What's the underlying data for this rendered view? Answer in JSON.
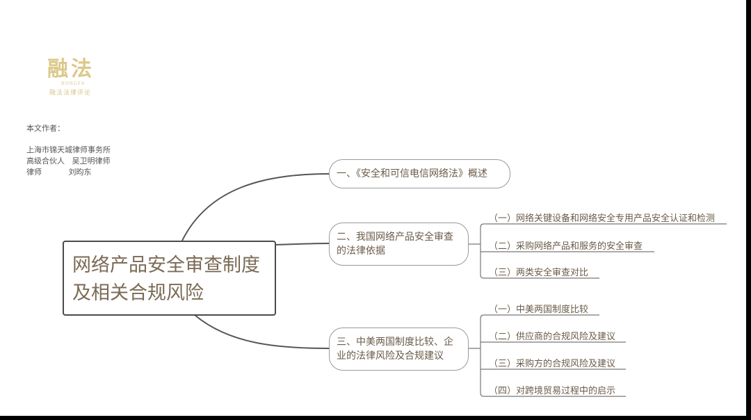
{
  "logo": {
    "main": "融法",
    "en": "RONGFA",
    "cn": "融法法律评论"
  },
  "author": {
    "heading": "本文作者：",
    "lines": [
      "上海市锦天城律师事务所",
      "高级合伙人   吴卫明律师",
      "律师           刘昀东"
    ]
  },
  "mindmap": {
    "central": [
      "网络产品安全审查制度",
      "及相关合规风险"
    ],
    "branches": [
      {
        "label": "一、《安全和可信电信网络法》概述",
        "children": []
      },
      {
        "label": "二、我国网络产品安全审查的法律依据",
        "children": [
          "（一）网络关键设备和网络安全专用产品安全认证和检测",
          "（二）采购网络产品和服务的安全审查",
          "（三）两类安全审查对比"
        ]
      },
      {
        "label": "三、中美两国制度比较、企业的法律风险及合规建议",
        "children": [
          "（一）中美两国制度比较",
          "（二）供应商的合规风险及建议",
          "（三）采购方的合规风险及建议",
          "（四）对跨境贸易过程中的启示"
        ]
      }
    ]
  },
  "colors": {
    "text": "#6a5a48",
    "logo": "#dcc88a",
    "line": "#555555"
  }
}
